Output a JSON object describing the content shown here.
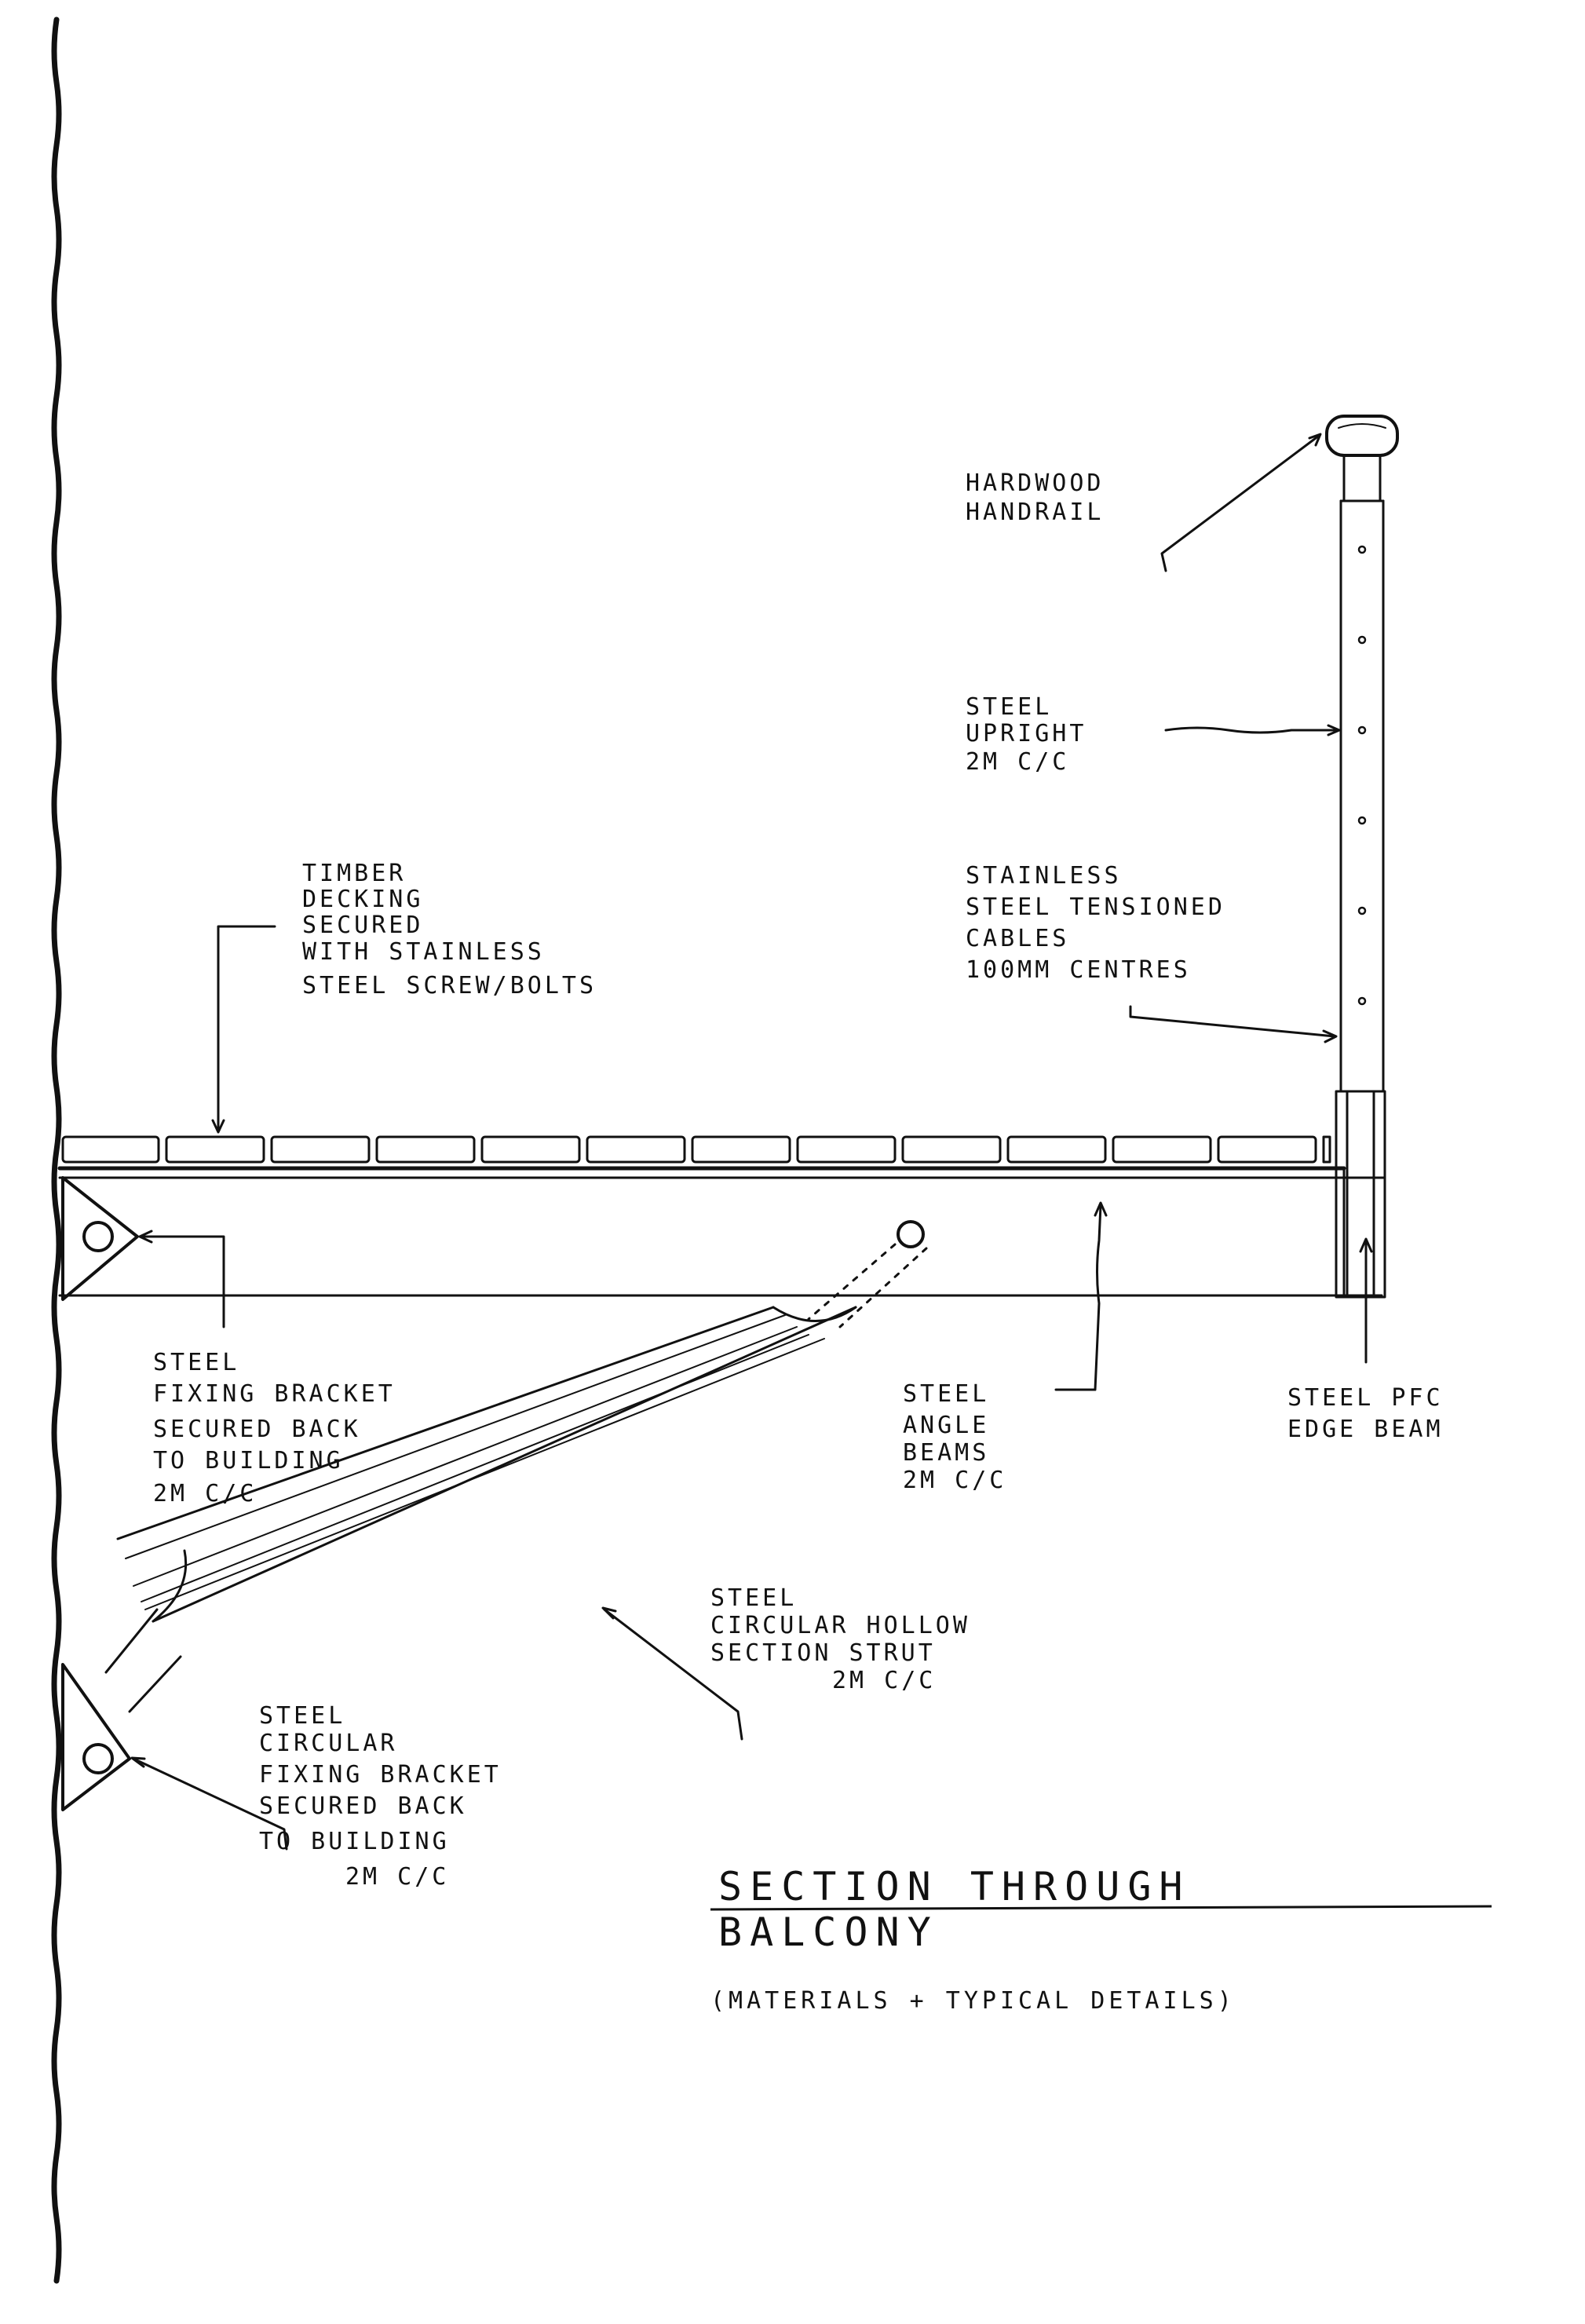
{
  "title": {
    "line1": "SECTION THROUGH",
    "line2": "BALCONY",
    "subtitle": "(MATERIALS + TYPICAL DETAILS)"
  },
  "labels": {
    "handrail": [
      "HARDWOOD",
      "HANDRAIL"
    ],
    "upright": [
      "STEEL",
      "UPRIGHT",
      "2M C/C"
    ],
    "cables": [
      "STAINLESS",
      "STEEL TENSIONED",
      "CABLES",
      "100MM CENTRES"
    ],
    "decking": [
      "TIMBER",
      "DECKING",
      "SECURED",
      "WITH STAINLESS",
      "STEEL SCREW/BOLTS"
    ],
    "fixing_bracket": [
      "STEEL",
      "FIXING BRACKET",
      "SECURED BACK",
      "TO BUILDING",
      "2M C/C"
    ],
    "angle_beams": [
      "STEEL",
      "ANGLE",
      "BEAMS",
      "2M C/C"
    ],
    "edge_beam": [
      "STEEL PFC",
      "EDGE BEAM"
    ],
    "strut": [
      "STEEL",
      "CIRCULAR HOLLOW",
      "SECTION STRUT",
      "2M C/C"
    ],
    "circular_bracket": [
      "STEEL",
      "CIRCULAR",
      "FIXING BRACKET",
      "SECURED BACK",
      "TO BUILDING",
      "2M C/C"
    ]
  }
}
